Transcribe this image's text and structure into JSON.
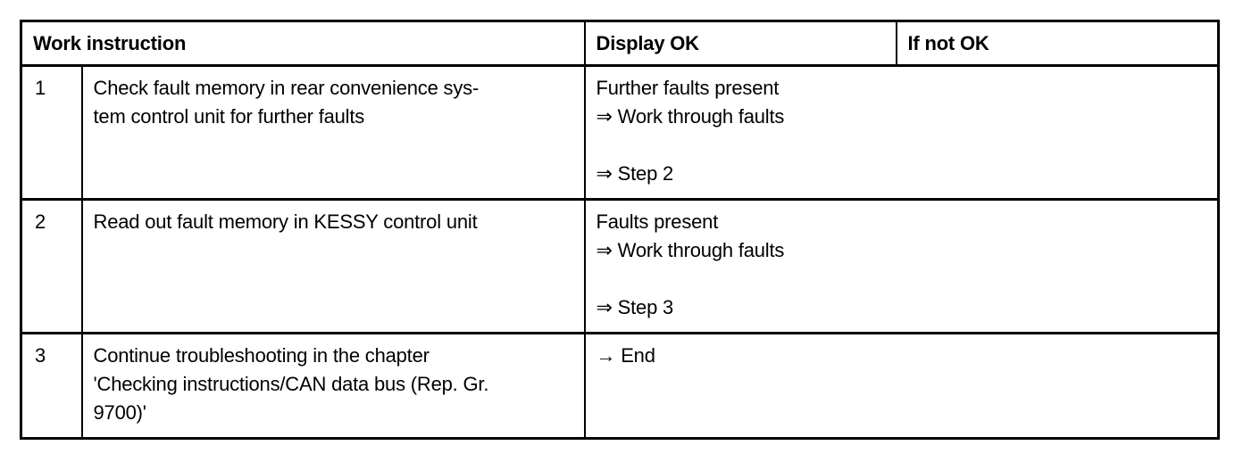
{
  "table": {
    "header": {
      "work_instruction": "Work instruction",
      "display_ok": "Display OK",
      "if_not_ok": "If not OK"
    },
    "rows": [
      {
        "step": "1",
        "instruction_lines": [
          "Check fault memory in rear convenience sys-",
          "tem control unit for further faults"
        ],
        "display_lines": [
          "Further faults present",
          "⇒ Work through faults",
          "",
          "⇒ Step 2"
        ]
      },
      {
        "step": "2",
        "instruction_lines": [
          "Read out fault memory in KESSY control unit"
        ],
        "display_lines": [
          "Faults present",
          "⇒ Work through faults",
          "",
          "⇒ Step 3"
        ]
      },
      {
        "step": "3",
        "instruction_lines": [
          "Continue troubleshooting in the chapter",
          "'Checking instructions/CAN data bus (Rep. Gr.",
          "9700)'"
        ],
        "display_lines": [
          "→ End"
        ]
      }
    ]
  }
}
